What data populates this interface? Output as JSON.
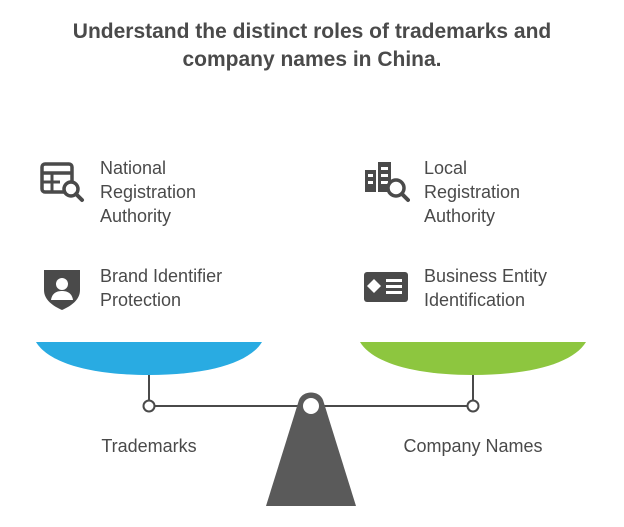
{
  "title": {
    "line1": "Understand the distinct roles of trademarks and",
    "line2": "company names in China."
  },
  "left": {
    "items": [
      {
        "icon": "registry-table-search-icon",
        "lines": [
          "National",
          "Registration",
          "Authority"
        ]
      },
      {
        "icon": "shield-user-icon",
        "lines": [
          "Brand Identifier",
          "Protection"
        ]
      }
    ],
    "label": "Trademarks",
    "pan_color": "#29abe2"
  },
  "right": {
    "items": [
      {
        "icon": "buildings-search-icon",
        "lines": [
          "Local",
          "Registration",
          "Authority"
        ]
      },
      {
        "icon": "id-card-icon",
        "lines": [
          "Business Entity",
          "Identification"
        ]
      }
    ],
    "label": "Company Names",
    "pan_color": "#8dc63f"
  },
  "colors": {
    "text": "#4a4a4a",
    "icon": "#4a4a4a",
    "stand": "#5a5a5a"
  }
}
